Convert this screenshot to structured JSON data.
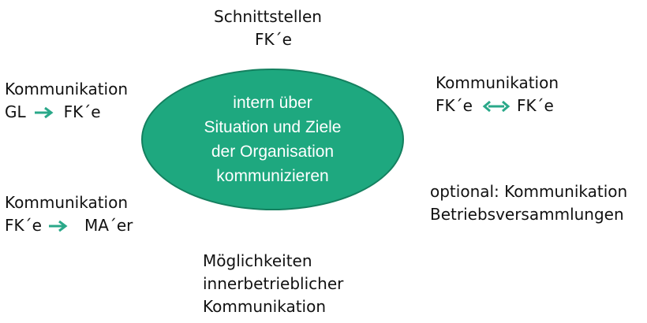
{
  "colors": {
    "accent": "#1ea87f",
    "accent_border": "#14805f",
    "arrow": "#2aa889"
  },
  "center": {
    "lines": [
      "intern über",
      "Situation und Ziele",
      "der Organisation",
      "kommunizieren"
    ]
  },
  "top": {
    "line1": "Schnittstellen",
    "line2": "FK´e"
  },
  "left_top": {
    "title": "Kommunikation",
    "from": "GL",
    "to": "FK´e",
    "arrow_icon": "arrow-right-icon"
  },
  "left_bottom": {
    "title": "Kommunikation",
    "from": "FK´e",
    "to": "MA´er",
    "arrow_icon": "arrow-right-icon"
  },
  "right_top": {
    "title": "Kommunikation",
    "from": "FK´e",
    "to": "FK´e",
    "arrow_icon": "double-arrow-icon"
  },
  "right_bottom": {
    "line1": "optional: Kommunikation",
    "line2": "Betriebsversammlungen"
  },
  "bottom": {
    "line1": "Möglichkeiten",
    "line2": "innerbetrieblicher",
    "line3": "Kommunikation"
  }
}
